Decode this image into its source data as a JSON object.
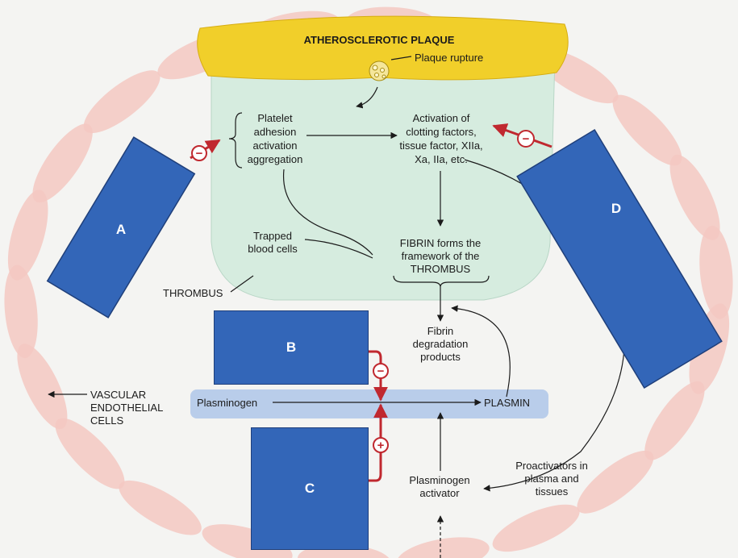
{
  "colors": {
    "plaque": "#f1cf2a",
    "thrombus": "#d6ecdf",
    "endothelium": "#f3c8c2",
    "plasmin_band": "#b9cdea",
    "box": "#3366b8",
    "inhibit_arrow": "#c0282f"
  },
  "labels": {
    "plaque": "ATHEROSCLEROTIC PLAQUE",
    "plaque_rupture": "Plaque rupture",
    "platelet": "Platelet\nadhesion\nactivation\naggregation",
    "clotting": "Activation of\nclotting factors,\ntissue factor, XIIa,\nXa, IIa, etc.",
    "trapped": "Trapped\nblood cells",
    "fibrin": "FIBRIN forms the\nframework of the\nTHROMBUS",
    "thrombus": "THROMBUS",
    "fibrin_degradation": "Fibrin\ndegradation\nproducts",
    "vascular": "VASCULAR\nENDOTHELIAL\nCELLS",
    "plasminogen": "Plasminogen",
    "plasmin": "PLASMIN",
    "plasminogen_activator": "Plasminogen\nactivator",
    "proactivators": "Proactivators in\nplasma and\ntissues"
  },
  "boxes": {
    "a": "A",
    "b": "B",
    "c": "C",
    "d": "D"
  },
  "signs": {
    "minus": "−",
    "plus": "+"
  }
}
